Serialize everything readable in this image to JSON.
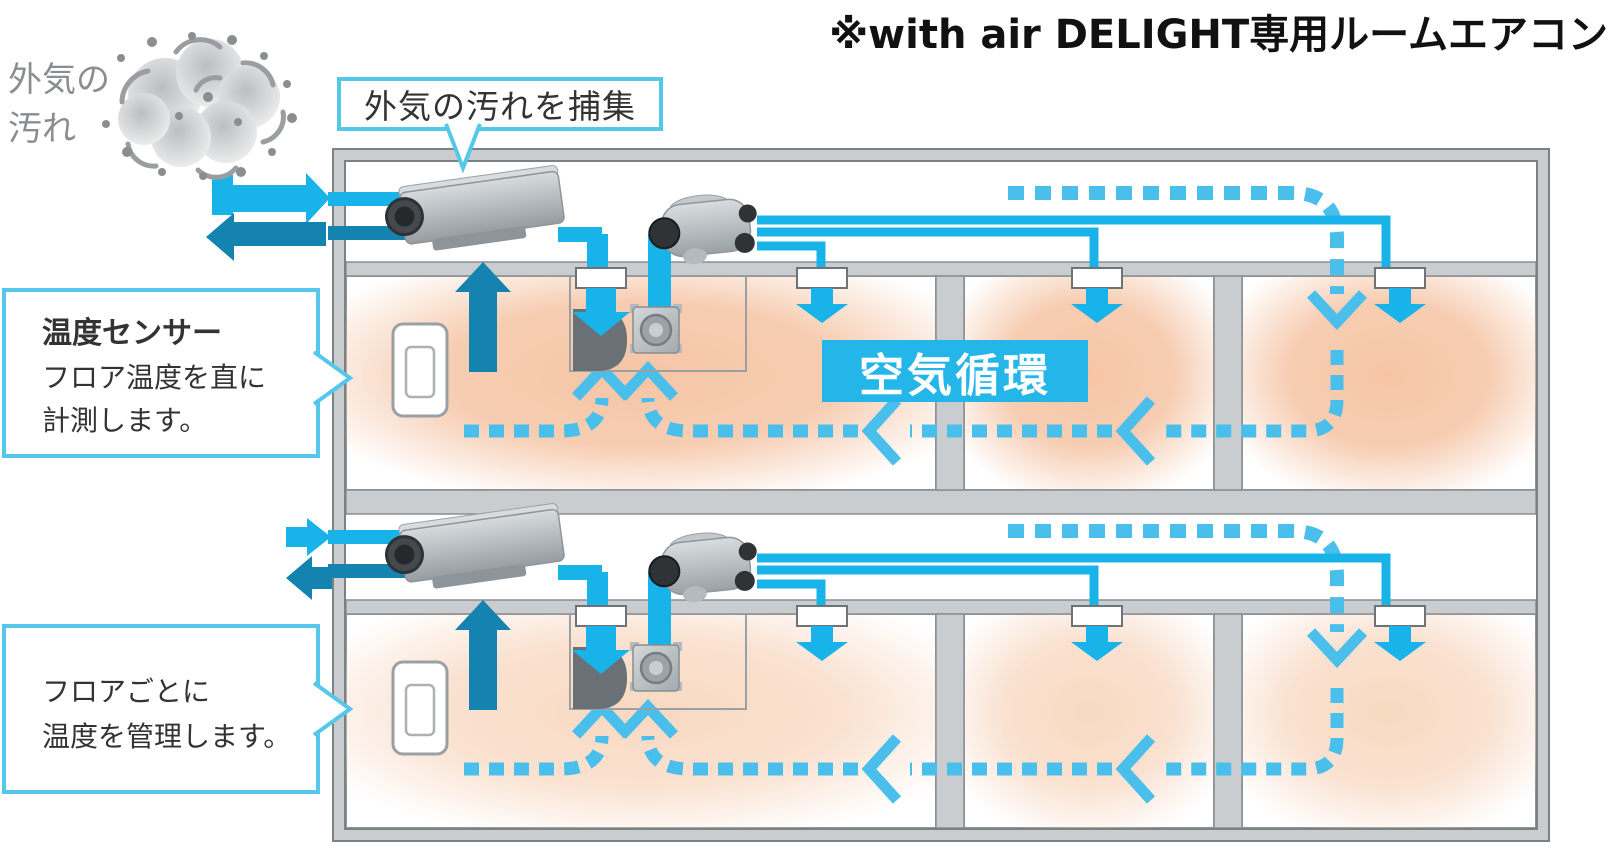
{
  "title": "※with air DELIGHT専用ルームエアコン",
  "outdoor": {
    "line1": "外気の",
    "line2": "汚れ"
  },
  "callouts": {
    "capture": {
      "text": "外気の汚れを捕集"
    },
    "sensor": {
      "title": "温度センサー",
      "line1": "フロア温度を直に",
      "line2": "計測します。"
    },
    "floor": {
      "line1": "フロアごとに",
      "line2": "温度を管理します。"
    }
  },
  "circulation": {
    "label": "空気循環"
  },
  "diagram": {
    "floors": 2,
    "rooms_per_floor": 3,
    "vents_per_floor": 4,
    "colors": {
      "supply_air": "#18b4e9",
      "exhaust_air": "#1483b0",
      "circulation_dash": "#4bbfeb",
      "circulation_label_bg": "#25b6e9",
      "callout_border": "#55c7eb",
      "warm_room_upper": "#f6c8aa",
      "warm_room_lower": "#f9decb",
      "wall_gray": "#c9cdd0",
      "cloud_gray": "#9a9ea1"
    }
  }
}
